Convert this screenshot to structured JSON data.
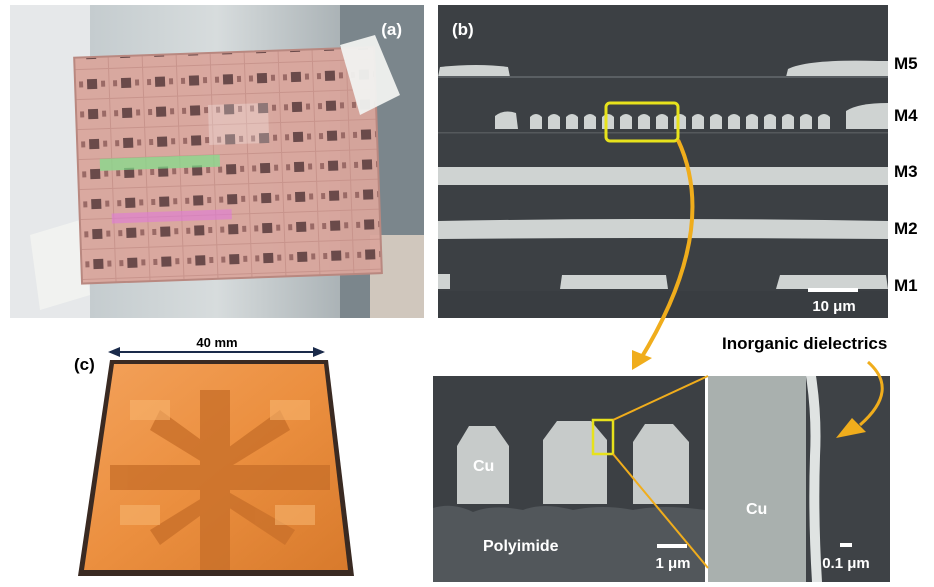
{
  "panel_a": {
    "label": "(a)"
  },
  "panel_b": {
    "label": "(b)",
    "layers": [
      "M5",
      "M4",
      "M3",
      "M2",
      "M1"
    ],
    "scale_bar": "10 μm"
  },
  "panel_c": {
    "label": "(c)",
    "dimension": "40 mm"
  },
  "panel_d": {
    "title": "Inorganic dielectrics",
    "cu_label_left": "Cu",
    "polyimide_label": "Polyimide",
    "scale_left": "1 μm",
    "cu_label_right": "Cu",
    "scale_right": "0.1 μm"
  },
  "colors": {
    "highlight": "#e7e21c",
    "arrow": "#f0ad1c",
    "sem_background": "#3c4044",
    "metal": "#cfd3d2"
  }
}
